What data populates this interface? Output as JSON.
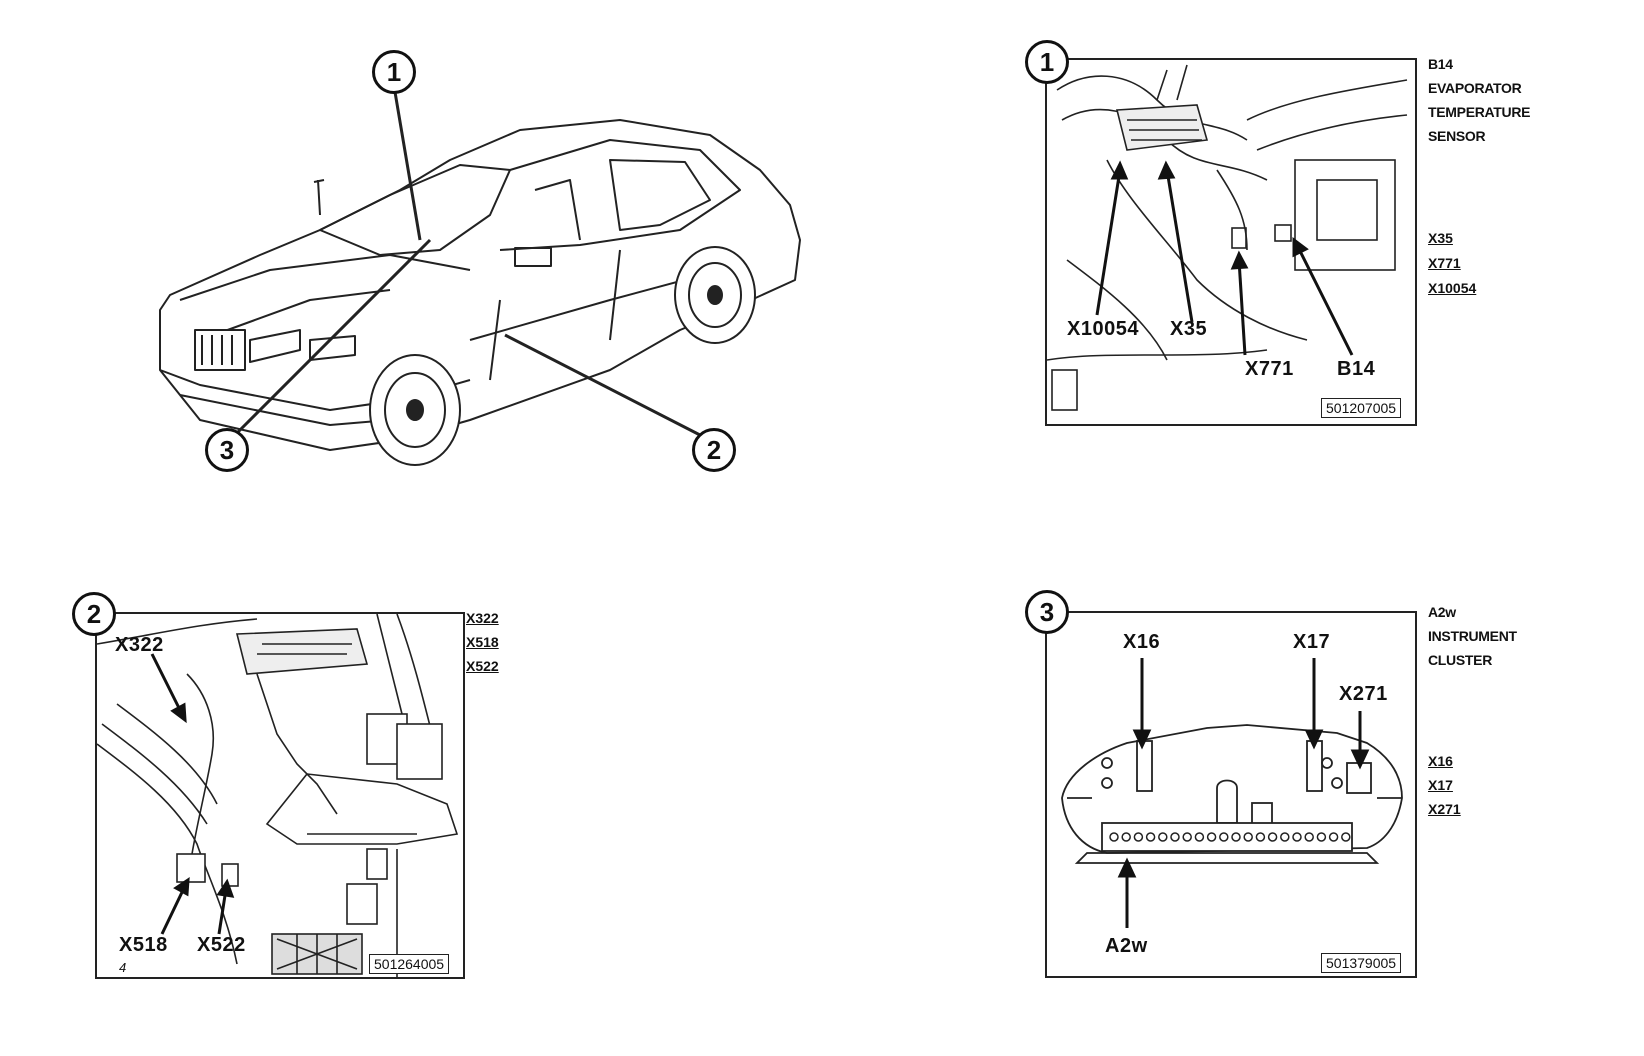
{
  "overview": {
    "markers": [
      "1",
      "2",
      "3"
    ]
  },
  "panel1": {
    "number": "1",
    "figure_id": "501207005",
    "callouts": {
      "x10054": "X10054",
      "x35": "X35",
      "x771": "X771",
      "b14": "B14"
    },
    "component": {
      "code": "B14",
      "line1": "EVAPORATOR",
      "line2": "TEMPERATURE",
      "line3": "SENSOR"
    },
    "refs": [
      "X35",
      "X771",
      "X10054"
    ]
  },
  "panel2": {
    "number": "2",
    "figure_id": "501264005",
    "callouts": {
      "x322": "X322",
      "x518": "X518",
      "x522": "X522"
    },
    "refs": [
      "X322",
      "X518",
      "X522"
    ],
    "corner_mark": "4"
  },
  "panel3": {
    "number": "3",
    "figure_id": "501379005",
    "callouts": {
      "x16": "X16",
      "x17": "X17",
      "x271": "X271",
      "a2w": "A2w"
    },
    "component": {
      "code": "A2w",
      "line1": "INSTRUMENT",
      "line2": "CLUSTER"
    },
    "refs": [
      "X16",
      "X17",
      "X271"
    ]
  }
}
